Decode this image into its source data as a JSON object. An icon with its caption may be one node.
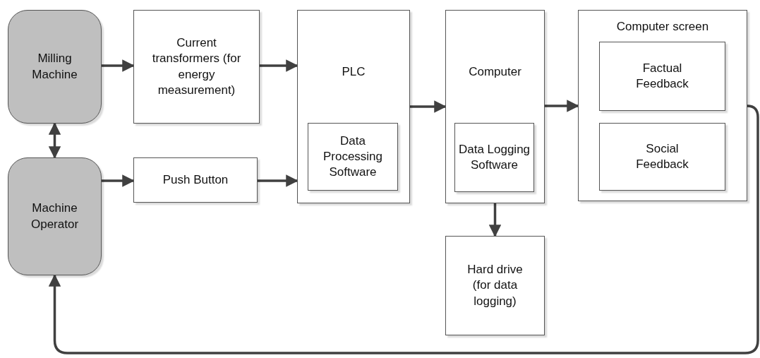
{
  "diagram": {
    "nodes": [
      {
        "text": [
          "Milling Machine"
        ]
      },
      {
        "text": [
          "Current transformers (for energy measurement)"
        ]
      },
      {
        "text": [
          "PLC"
        ]
      },
      {
        "text": [
          "Data Processing Software"
        ],
        "in": 2
      },
      {
        "text": [
          "Computer"
        ]
      },
      {
        "text": [
          "Data Logging Software"
        ],
        "in": 4
      },
      {
        "text": [
          "Computer screen"
        ]
      },
      {
        "text": [
          "Factual Feedback"
        ],
        "in": 6
      },
      {
        "text": [
          "Social Feedback"
        ],
        "in": 6
      },
      {
        "text": [
          "Machine Operator"
        ]
      },
      {
        "text": [
          "Push Button"
        ]
      },
      {
        "text": [
          "Hard drive (for data logging)"
        ]
      }
    ],
    "edges": [
      {
        "from": 0,
        "to": 1,
        "arrow": "to"
      },
      {
        "from": 1,
        "to": 2,
        "arrow": "to"
      },
      {
        "from": 10,
        "to": 2,
        "arrow": "to"
      },
      {
        "from": 2,
        "to": 4,
        "arrow": "to"
      },
      {
        "from": 4,
        "to": 6,
        "arrow": "to"
      },
      {
        "from": 0,
        "to": 9,
        "arrow": "both"
      },
      {
        "from": 9,
        "to": 10,
        "arrow": "to"
      },
      {
        "from": 4,
        "to": 11,
        "arrow": "to"
      },
      {
        "from": 6,
        "to": 9,
        "arrow": "to"
      }
    ]
  }
}
